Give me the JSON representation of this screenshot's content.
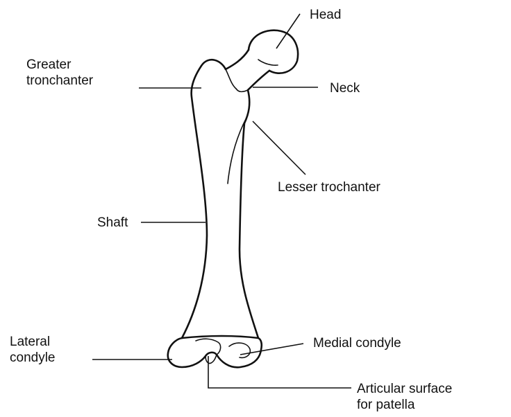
{
  "labels": {
    "head": "Head",
    "greater_trochanter": [
      "Greater",
      "tronchanter"
    ],
    "neck": "Neck",
    "lesser_trochanter": "Lesser trochanter",
    "shaft": "Shaft",
    "lateral_condyle": [
      "Lateral",
      "condyle"
    ],
    "medial_condyle": "Medial condyle",
    "articular_surface": [
      "Articular surface",
      "for patella"
    ]
  }
}
